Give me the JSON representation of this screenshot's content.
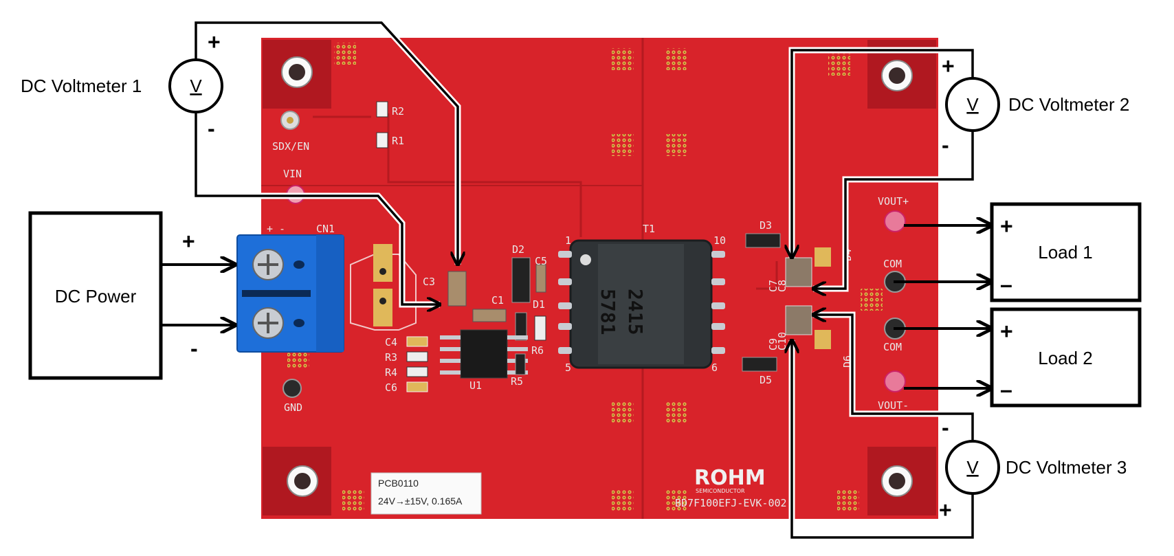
{
  "blocks": {
    "dc_power": "DC Power",
    "load1": "Load 1",
    "load2": "Load 2"
  },
  "meters": {
    "vm1": "DC Voltmeter 1",
    "vm2": "DC Voltmeter 2",
    "vm3": "DC Voltmeter 3",
    "symbol": "V"
  },
  "signs": {
    "plus": "+",
    "minus": "-",
    "dash": "–"
  },
  "board": {
    "silk": {
      "r2": "R2",
      "r1": "R1",
      "sdx_en": "SDX/EN",
      "vin": "VIN",
      "cn1": "CN1",
      "cn1_pol": "+ -",
      "c3": "C3",
      "d2": "D2",
      "c5": "C5",
      "c1": "C1",
      "d1": "D1",
      "r6": "R6",
      "c4": "C4",
      "r3": "R3",
      "r4": "R4",
      "c6": "C6",
      "u1": "U1",
      "r5": "R5",
      "gnd": "GND",
      "t1": "T1",
      "pin1": "1",
      "pin5": "5",
      "pin6": "6",
      "pin10": "10",
      "d3": "D3",
      "c7": "C7",
      "c8": "C8",
      "c9": "C9",
      "c10": "C10",
      "d4": "D4",
      "d5": "D5",
      "d6": "D6",
      "vout_plus": "VOUT+",
      "com1": "COM",
      "com2": "COM",
      "vout_minus": "VOUT-"
    },
    "transformer_marking_1": "2415",
    "transformer_marking_2": "5781",
    "label_line1": "PCB0110",
    "label_line2": "24V→±15V, 0.165A",
    "logo": "ROHM",
    "logo_sub": "SEMICONDUCTOR",
    "part": "BD7F100EFJ-EVK-002"
  },
  "colors": {
    "board": "#d8232a",
    "board_dark": "#b51a20",
    "terminal": "#1e6fd9",
    "pad": "#e0b85a"
  }
}
